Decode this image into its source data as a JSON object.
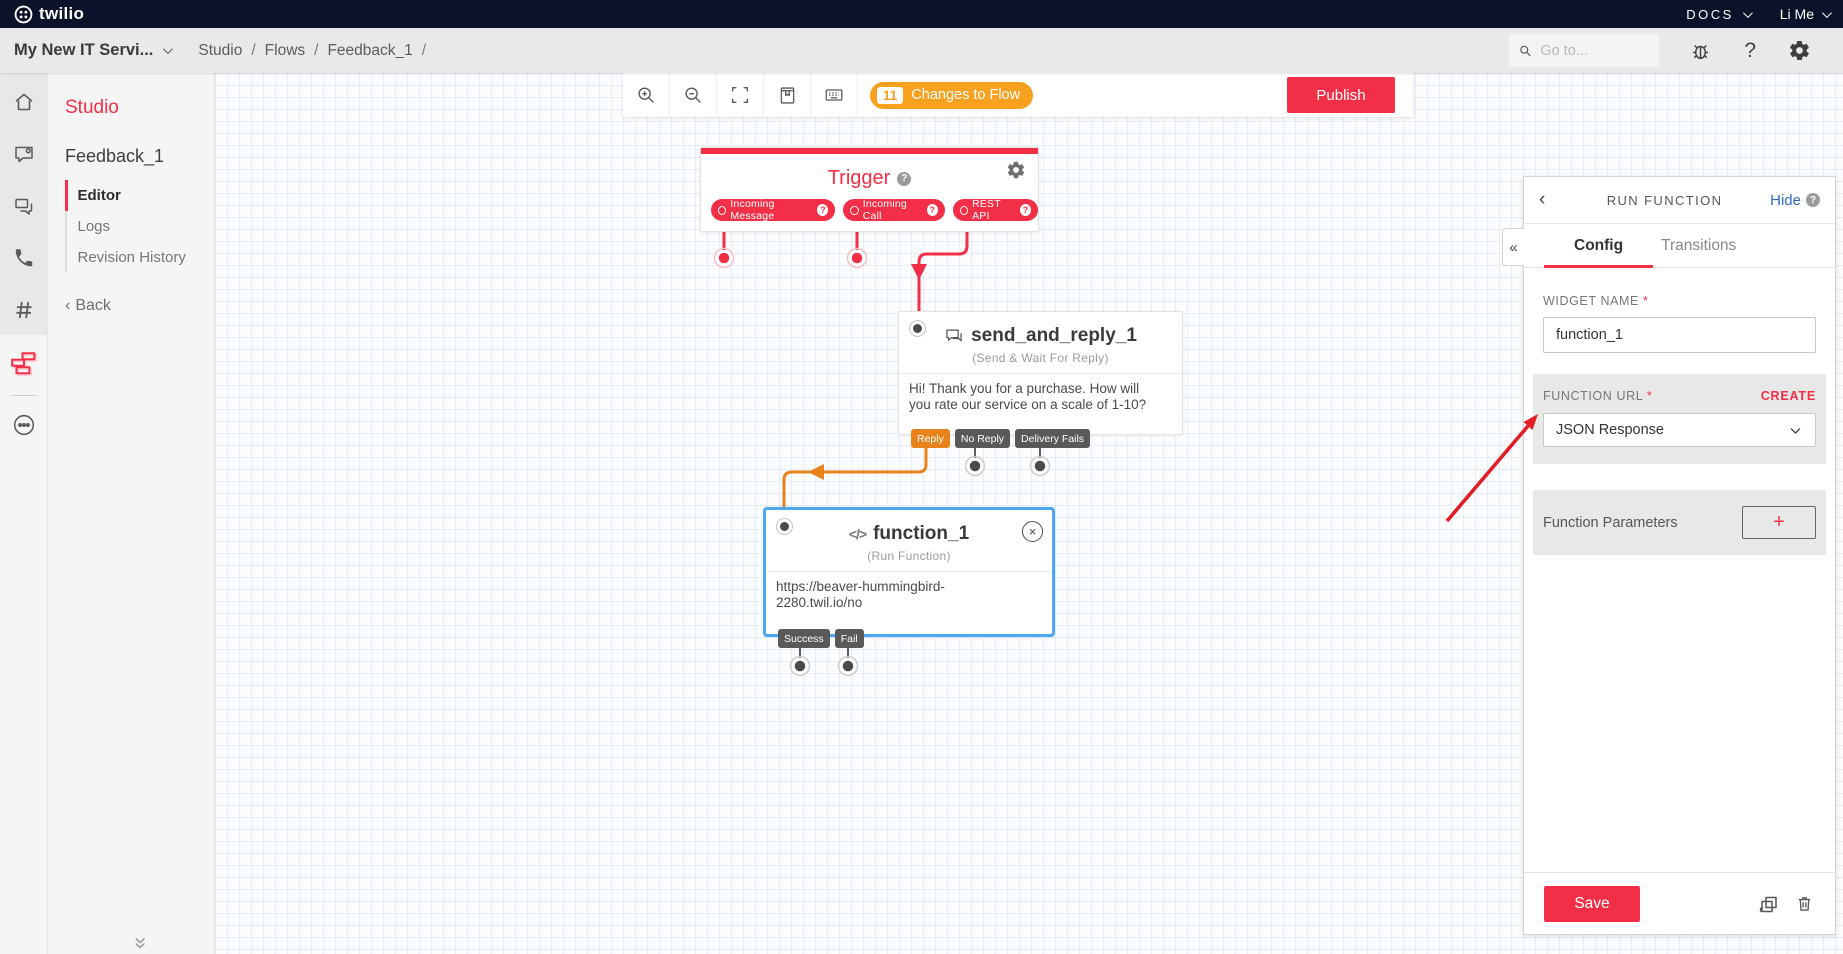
{
  "glyphs": {
    "help": "?",
    "collapse": "«",
    "back_chevron": "‹",
    "plus": "+",
    "close": "×",
    "code": "</>",
    "separator": "/"
  },
  "topbar": {
    "brand": "twilio",
    "docs_label": "DOCS",
    "user_label": "Li Me"
  },
  "breadcrumb": {
    "account_label": "My New IT Servi...",
    "crumbs": [
      "Studio",
      "Flows",
      "Feedback_1"
    ],
    "search_placeholder": "Go to..."
  },
  "side_panel": {
    "section_title": "Studio",
    "flow_title": "Feedback_1",
    "menu": [
      {
        "label": "Editor",
        "active": true
      },
      {
        "label": "Logs",
        "active": false
      },
      {
        "label": "Revision History",
        "active": false
      }
    ],
    "back_label": "Back"
  },
  "toolbar": {
    "changes_count": "11",
    "changes_label": "Changes to Flow",
    "publish_label": "Publish"
  },
  "canvas": {
    "trigger": {
      "title": "Trigger",
      "pills": [
        "Incoming Message",
        "Incoming Call",
        "REST API"
      ]
    },
    "send_widget": {
      "name": "send_and_reply_1",
      "type_label": "(Send & Wait For Reply)",
      "body_lines": [
        "Hi! Thank you for a purchase. How will",
        "you rate our service on a scale of 1-10?"
      ],
      "tags": [
        "Reply",
        "No Reply",
        "Delivery Fails"
      ]
    },
    "function_widget": {
      "name": "function_1",
      "type_label": "(Run Function)",
      "url_lines": [
        "https://beaver-hummingbird-",
        "2280.twil.io/no"
      ],
      "tags": [
        "Success",
        "Fail"
      ]
    }
  },
  "inspector": {
    "title": "RUN FUNCTION",
    "hide_label": "Hide",
    "tabs": [
      {
        "label": "Config",
        "active": true
      },
      {
        "label": "Transitions",
        "active": false
      }
    ],
    "widget_name_label": "WIDGET NAME",
    "widget_name_value": "function_1",
    "function_url_label": "FUNCTION URL",
    "create_label": "CREATE",
    "function_url_value": "JSON Response",
    "params_label": "Function Parameters",
    "save_label": "Save",
    "required_mark": "*"
  },
  "colors": {
    "brand_red": "#F22F46",
    "orange": "#F7A11E",
    "reply_orange": "#E8831C",
    "selection_blue": "#4BA7F0",
    "link_blue": "#2E6DC0",
    "navbar_dark": "#0D122B",
    "tag_gray": "#595959"
  }
}
